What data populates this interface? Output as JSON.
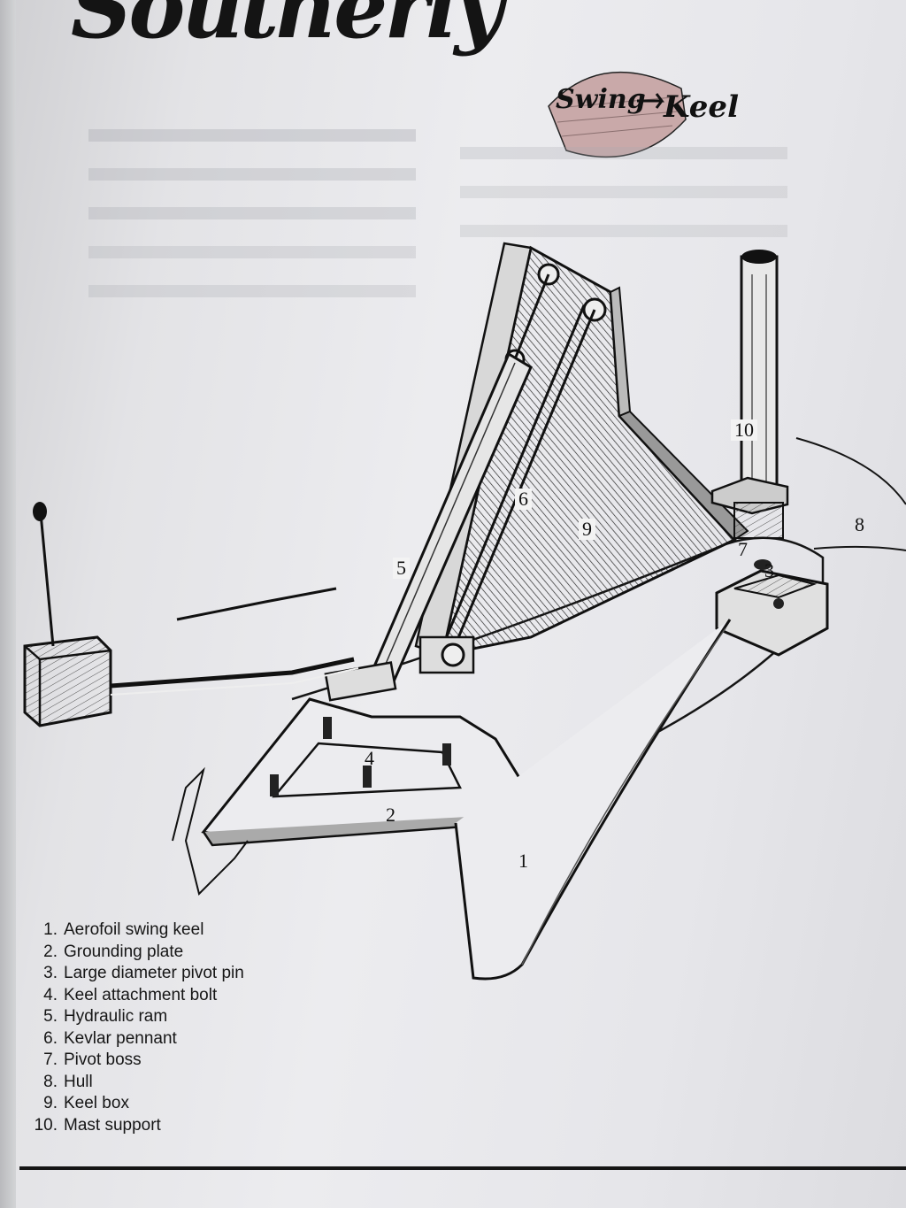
{
  "masthead": "Southerly",
  "logo_text": "Swing Keel",
  "callouts": [
    "1",
    "2",
    "3",
    "4",
    "5",
    "6",
    "7",
    "8",
    "9",
    "10"
  ],
  "legend": [
    {
      "num": "1.",
      "label": "Aerofoil swing keel"
    },
    {
      "num": "2.",
      "label": "Grounding plate"
    },
    {
      "num": "3.",
      "label": "Large diameter pivot pin"
    },
    {
      "num": "4.",
      "label": "Keel attachment bolt"
    },
    {
      "num": "5.",
      "label": "Hydraulic ram"
    },
    {
      "num": "6.",
      "label": "Kevlar pennant"
    },
    {
      "num": "7.",
      "label": "Pivot boss"
    },
    {
      "num": "8.",
      "label": "Hull"
    },
    {
      "num": "9.",
      "label": "Keel box"
    },
    {
      "num": "10.",
      "label": "Mast support"
    }
  ],
  "colors": {
    "ink": "#151515",
    "paper": "#ececef",
    "ghost_text": "#9ea0a6",
    "logo_fill": "#c9a9a9"
  }
}
